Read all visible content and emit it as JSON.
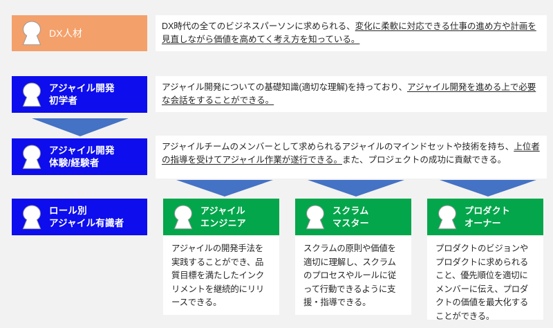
{
  "diagram": {
    "title": "DX人材 / アジャイル人材 育成レベル図",
    "colors": {
      "background": "#f2f2f2",
      "orange": "#F4A06A",
      "blue": "#0D0DEE",
      "green": "#04A64B",
      "arrow": "#4472C4",
      "panel": "#ffffff",
      "text": "#262626"
    }
  },
  "levels": [
    {
      "id": "dx-jinzai",
      "icon": "person-keyhole-icon",
      "title": "DX人材",
      "color": "#F4A06A",
      "description_plain": "DX時代の全てのビジネスパーソンに求められる、変化に柔軟に対応できる仕事の進め方や計画を見直しながら価値を高めてく考え方を知っている。",
      "description_lead": "DX時代の全てのビジネスパーソンに求められる、",
      "description_underlined": "変化に柔軟に対応できる仕事の進め方や計画を見直しながら価値を高めてく考え方を知っている。",
      "description_tail": ""
    },
    {
      "id": "agile-beginner",
      "icon": "person-keyhole-icon",
      "title": "アジャイル開発\n初学者",
      "color": "#0D0DEE",
      "description_plain": "アジャイル開発についての基礎知識(適切な理解)を持っており、アジャイル開発を進める上で必要な会話をすることができる。",
      "description_lead": "アジャイル開発についての基礎知識(適切な理解)を持っており、",
      "description_underlined": "アジャイル開発を進める上で必要な会話をすることができる。",
      "description_tail": ""
    },
    {
      "id": "agile-experienced",
      "icon": "person-keyhole-icon",
      "title": "アジャイル開発\n体験/経験者",
      "color": "#0D0DEE",
      "description_plain": "アジャイルチームのメンバーとして求められるアジャイルのマインドセットや技術を持ち、上位者の指導を受けてアジャイル作業が遂行できる。また、プロジェクトの成功に貢献できる。",
      "description_lead": "アジャイルチームのメンバーとして求められるアジャイルのマインドセットや技術を持ち、",
      "description_underlined": "上位者の指導を受けてアジャイル作業が遂行できる。",
      "description_tail": "また、プロジェクトの成功に貢献できる。"
    },
    {
      "id": "role-based-expert",
      "icon": "person-keyhole-icon",
      "title": "ロール別\nアジャイル有識者",
      "color": "#0D0DEE",
      "description_plain": "",
      "description_lead": "",
      "description_underlined": "",
      "description_tail": ""
    }
  ],
  "roles": [
    {
      "id": "agile-engineer",
      "icon": "person-keyhole-icon",
      "title": "アジャイル\nエンジニア",
      "color": "#04A64B",
      "description": "アジャイルの開発手法を実践することができ、品質目標を満たしたインクリメントを継続的にリリースできる。"
    },
    {
      "id": "scrum-master",
      "icon": "person-keyhole-icon",
      "title": "スクラム\nマスター",
      "color": "#04A64B",
      "description": "スクラムの原則や価値を適切に理解し、スクラムのプロセスやルールに従って行動できるように支援・指導できる。"
    },
    {
      "id": "product-owner",
      "icon": "person-keyhole-icon",
      "title": "プロダクト\nオーナー",
      "color": "#04A64B",
      "description": "プロダクトのビジョンやプロダクトに求められること、優先順位を適切にメンバーに伝え、プロダクトの価値を最大化することができる。"
    }
  ],
  "arrows": [
    {
      "id": "arrow-beginner-to-experienced",
      "icon": "arrow-down-icon",
      "color": "#4472C4"
    },
    {
      "id": "arrow-to-agile-engineer",
      "icon": "arrow-down-icon",
      "color": "#4472C4"
    },
    {
      "id": "arrow-to-scrum-master",
      "icon": "arrow-down-icon",
      "color": "#4472C4"
    },
    {
      "id": "arrow-to-product-owner",
      "icon": "arrow-down-icon",
      "color": "#4472C4"
    }
  ]
}
